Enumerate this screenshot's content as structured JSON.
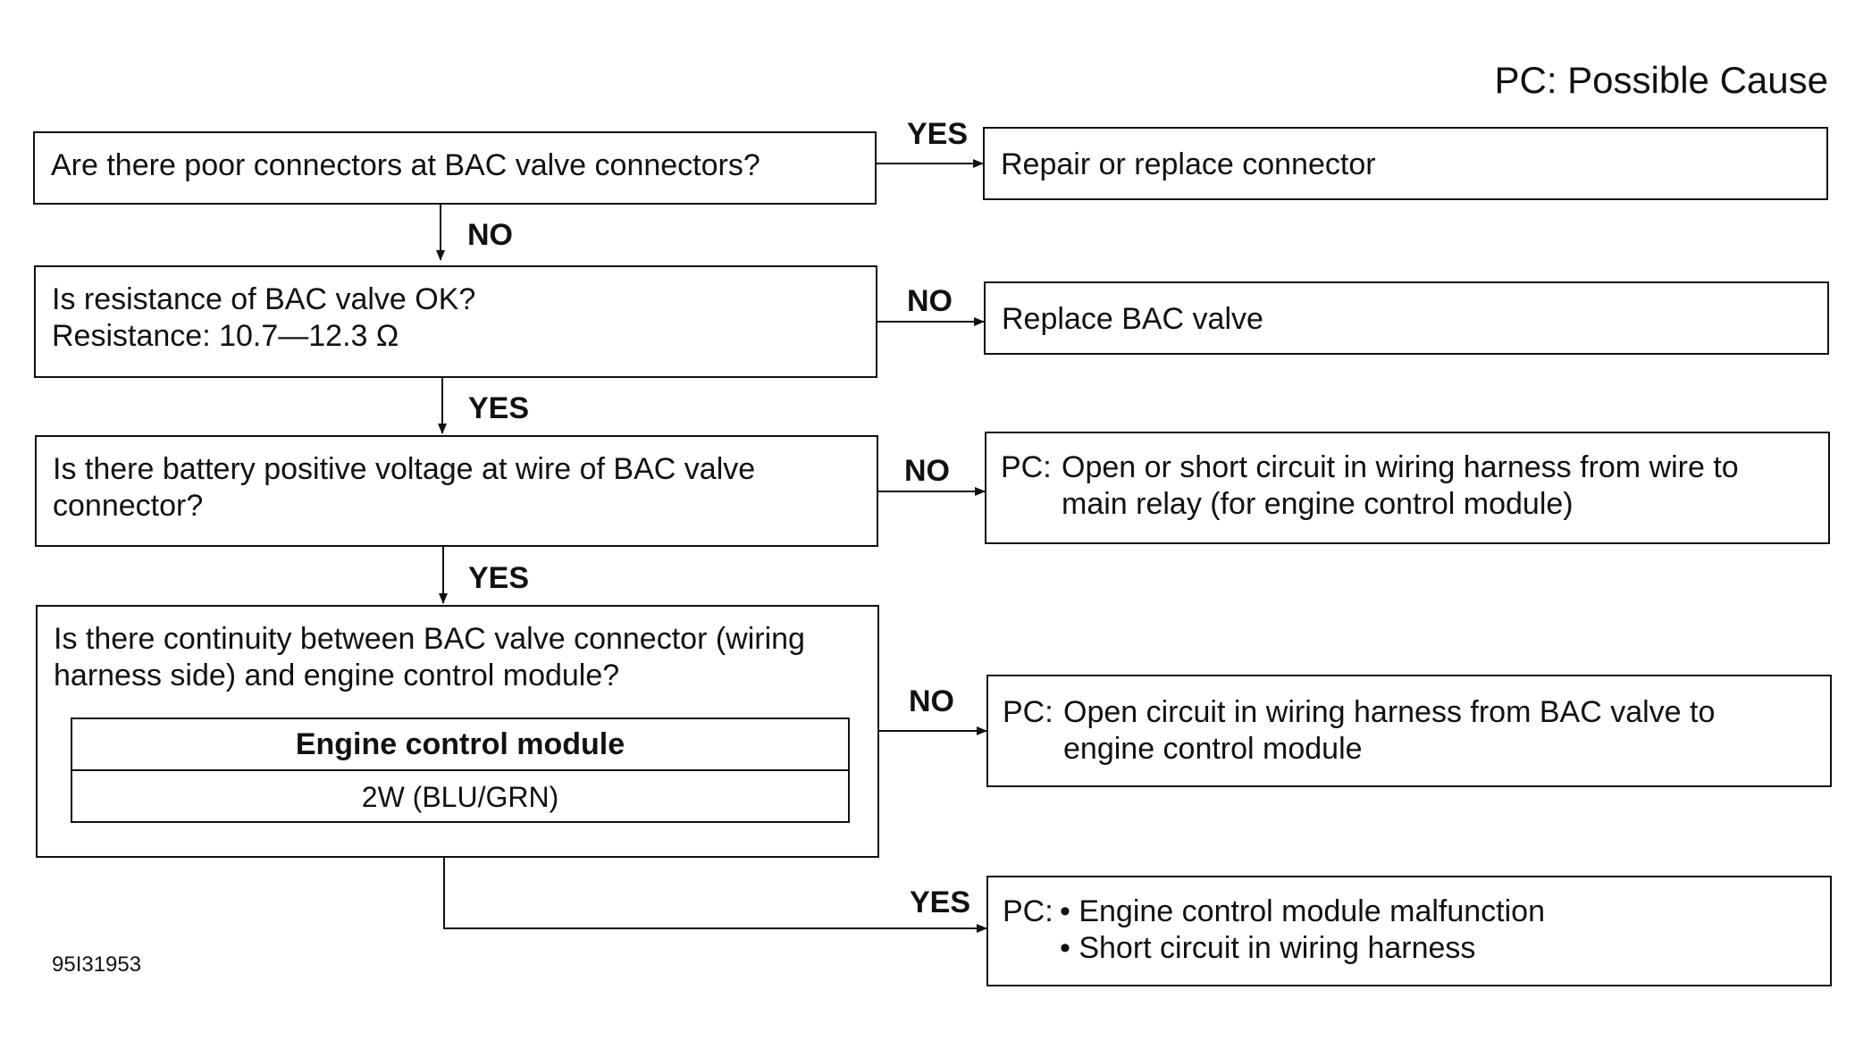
{
  "legend": "PC: Possible Cause",
  "figure_code": "95I31953",
  "q1": {
    "text": "Are there poor connectors at BAC valve connectors?"
  },
  "q2": {
    "line1": "Is resistance of BAC valve OK?",
    "line2": "Resistance: 10.7—12.3 Ω"
  },
  "q3": {
    "line1": "Is there battery positive voltage at wire of BAC valve",
    "line2": "connector?"
  },
  "q4": {
    "line1": "Is there continuity between BAC valve connector (wiring",
    "line2": "harness side) and engine control module?",
    "table_header": "Engine control module",
    "table_value": "2W (BLU/GRN)"
  },
  "r1": {
    "text": "Repair or replace connector"
  },
  "r2": {
    "text": "Replace BAC valve"
  },
  "r3": {
    "prefix": "PC:",
    "line1": "Open or short circuit in wiring harness from wire to",
    "line2": "main relay (for engine control module)"
  },
  "r4": {
    "prefix": "PC:",
    "line1": "Open circuit in wiring harness from BAC valve to",
    "line2": "engine control module"
  },
  "r5": {
    "prefix": "PC:",
    "line1": "• Engine control module malfunction",
    "line2": "• Short circuit in wiring harness"
  },
  "labels": {
    "q1_yes": "YES",
    "q1_no": "NO",
    "q2_no": "NO",
    "q2_yes": "YES",
    "q3_no": "NO",
    "q3_yes": "YES",
    "q4_no": "NO",
    "q4_yes": "YES"
  }
}
